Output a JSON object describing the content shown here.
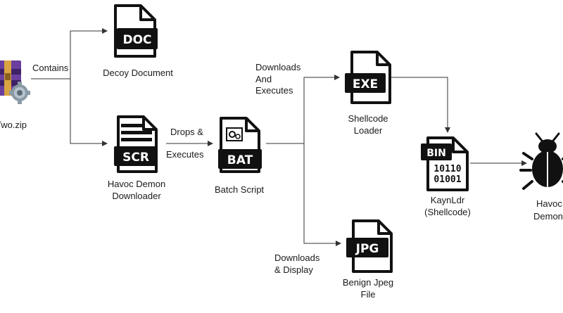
{
  "colors": {
    "ink": "#111111",
    "line": "#333333",
    "archive_purple": "#6b3fa0",
    "archive_gold": "#d9a441",
    "gear_gray": "#8a9aa6"
  },
  "nodes": {
    "zip": {
      "label": "Two.zip",
      "icon": "archive-icon"
    },
    "decoy": {
      "label": "Decoy Document",
      "badge": "DOC",
      "icon": "doc-file-icon"
    },
    "downloader": {
      "label_line1": "Havoc Demon",
      "label_line2": "Downloader",
      "badge": "SCR",
      "icon": "scr-file-icon"
    },
    "batch": {
      "label": "Batch Script",
      "badge": "BAT",
      "icon": "bat-file-icon"
    },
    "loader": {
      "label_line1": "Shellcode",
      "label_line2": "Loader",
      "badge": "EXE",
      "icon": "exe-file-icon"
    },
    "jpeg": {
      "label_line1": "Benign Jpeg",
      "label_line2": "File",
      "badge": "JPG",
      "icon": "jpg-file-icon"
    },
    "kaynldr": {
      "label_line1": "KaynLdr",
      "label_line2": "(Shellcode)",
      "badge": "BIN",
      "bits_line1": "10110",
      "bits_line2": "01001",
      "icon": "bin-file-icon"
    },
    "demon": {
      "label_line1": "Havoc",
      "label_line2": "Demon",
      "icon": "bug-icon"
    }
  },
  "edges": {
    "contains": {
      "label": "Contains"
    },
    "drops": {
      "label_line1": "Drops &",
      "label_line2": "Executes"
    },
    "downloads_exec": {
      "label_line1": "Downloads",
      "label_line2": "And",
      "label_line3": "Executes"
    },
    "downloads_display": {
      "label_line1": "Downloads",
      "label_line2": "& Display"
    }
  }
}
